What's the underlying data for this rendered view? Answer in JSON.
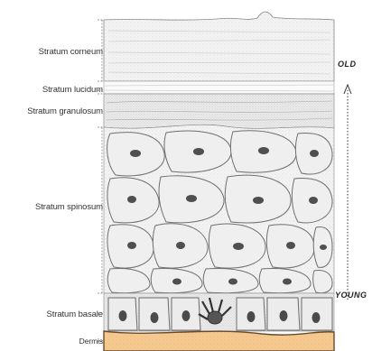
{
  "layers": [
    {
      "id": "corneum",
      "label": "Stratum corneum"
    },
    {
      "id": "lucidum",
      "label": "Stratum lucidum"
    },
    {
      "id": "granulosum",
      "label": "Stratum granulosum"
    },
    {
      "id": "spinosum",
      "label": "Stratum spinosum"
    },
    {
      "id": "basale",
      "label": "Stratum basale"
    },
    {
      "id": "dermis",
      "label": "Dermis"
    }
  ],
  "age_axis": {
    "top": "OLD",
    "bottom": "YOUNG"
  },
  "colors": {
    "dermis_band": "#f5c98f",
    "cell_outline": "#666666",
    "nucleus": "#555555",
    "texture": "#bbbbbb"
  }
}
